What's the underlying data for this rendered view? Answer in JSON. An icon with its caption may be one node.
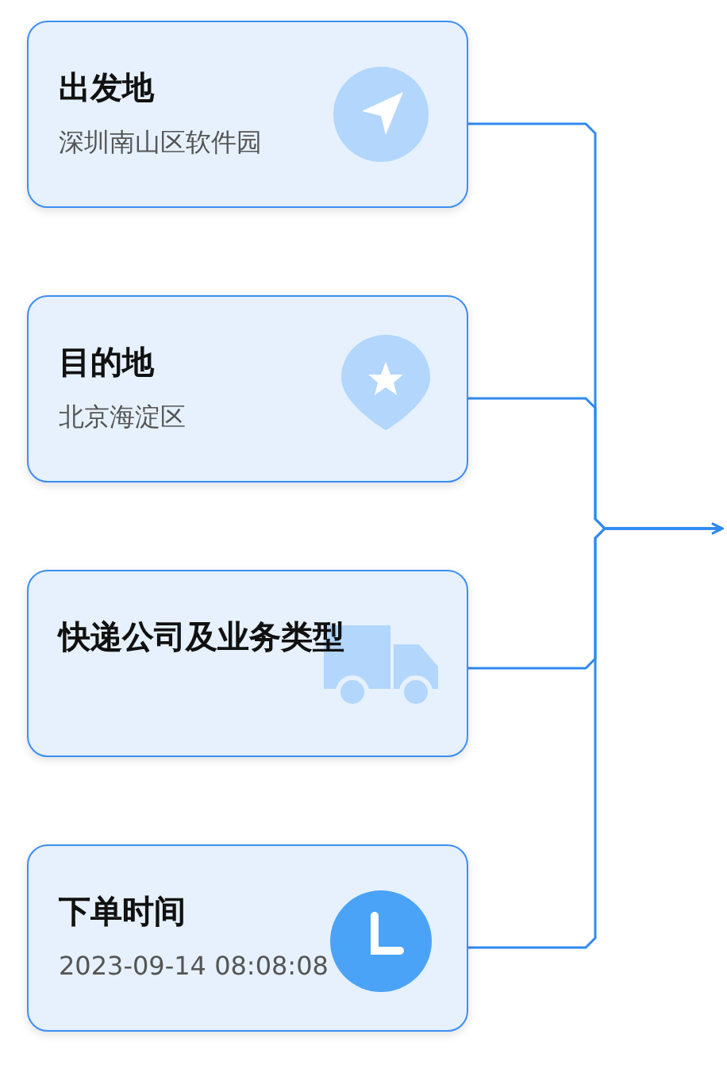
{
  "diagram": {
    "nodes": [
      {
        "text": [
          "出发地",
          "深圳南山区软件园"
        ]
      },
      {
        "text": [
          "目的地",
          "北京海淀区"
        ]
      },
      {
        "text": [
          "快递公司及业务类型"
        ]
      },
      {
        "text": [
          "下单时间",
          "2023-09-14 08:08:08"
        ]
      }
    ],
    "edges": [
      {
        "from": 0,
        "to": null,
        "arrow": "to"
      },
      {
        "from": 1,
        "to": null,
        "arrow": "to"
      },
      {
        "from": 2,
        "to": null,
        "arrow": "to"
      },
      {
        "from": 3,
        "to": null,
        "arrow": "to"
      }
    ]
  }
}
